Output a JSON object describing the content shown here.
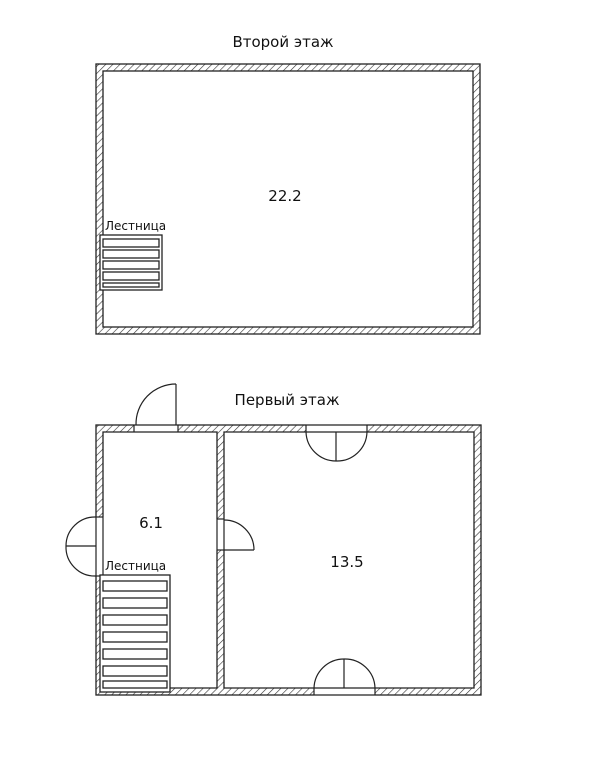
{
  "floors": {
    "second": {
      "title": "Второй этаж",
      "room_area": "22.2",
      "stair_label": "Лестница"
    },
    "first": {
      "title": "Первый этаж",
      "hall_area": "6.1",
      "room_area": "13.5",
      "stair_label": "Лестница"
    }
  }
}
